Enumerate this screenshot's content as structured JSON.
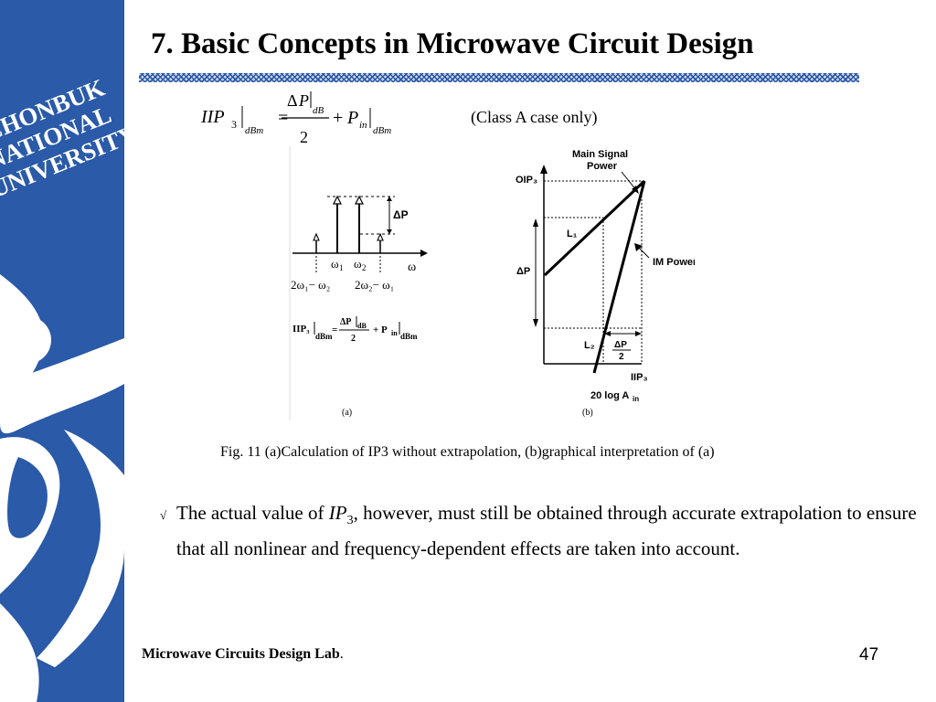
{
  "slide": {
    "title": "7. Basic Concepts in Microwave Circuit Design",
    "page_number": "47",
    "footer_lab": "Microwave Circuits Design Lab",
    "footer_dot": "."
  },
  "sidebar": {
    "logo_lines": [
      "CHONBUK",
      "NATIONAL",
      "UNIVERSITY"
    ],
    "bg_color": "#2a5aa8"
  },
  "equation": {
    "lhs": "IIP",
    "lhs_sub": "3",
    "lhs_unit": "dBm",
    "equals": "=",
    "num_delta": "Δ",
    "num_var": "P",
    "num_unit": "dB",
    "denominator": "2",
    "plus": "+",
    "p_var": "P",
    "p_sub": "in",
    "p_unit": "dBm",
    "note": "(Class A case only)"
  },
  "figure_a": {
    "delta_p": "ΔP",
    "omega1": "ω",
    "omega1_sub": "1",
    "omega2": "ω",
    "omega2_sub": "2",
    "omega_axis": "ω",
    "im_low": "2ω₁− ω₂",
    "im_high": "2ω₂− ω₁",
    "formula_lhs": "IIP₃",
    "formula_lhs_unit": "dBm",
    "formula_eq": "=",
    "formula_num": "ΔP",
    "formula_num_unit": "dB",
    "formula_den": "2",
    "formula_plus": "+ P",
    "formula_p_sub": "in",
    "formula_p_unit": "dBm",
    "label": "(a)"
  },
  "figure_b": {
    "main_signal_line1": "Main Signal",
    "main_signal_line2": "Power",
    "oip3": "OIP₃",
    "l1": "L₁",
    "im_power": "IM Power",
    "delta_p": "ΔP",
    "l2": "L₂",
    "half_delta_num": "ΔP",
    "half_delta_den": "2",
    "iip3": "IIP₃",
    "x_axis": "20 log A",
    "x_axis_sub": "in",
    "label": "(b)"
  },
  "caption": "Fig. 11   (a)Calculation of IP3 without extrapolation,  (b)graphical interpretation of (a)",
  "bullet": {
    "mark": "√",
    "text_before": "The actual value of ",
    "ip": "IP",
    "ip_sub": "3",
    "text_after": ", however, must still be obtained through accurate extrapolation to ensure that all nonlinear and frequency-dependent effects are taken into account."
  }
}
